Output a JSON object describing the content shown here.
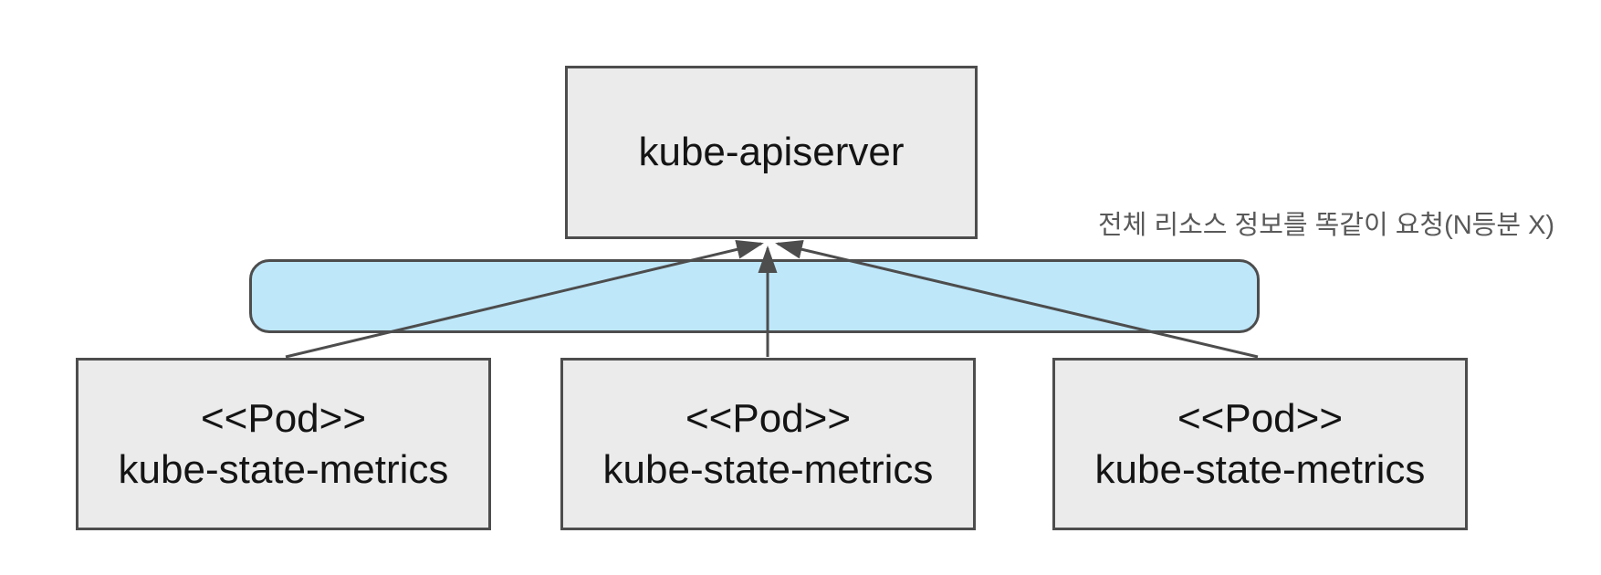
{
  "diagram": {
    "apiserver": {
      "label": "kube-apiserver"
    },
    "pods": [
      {
        "stereotype": "<<Pod>>",
        "label": "kube-state-metrics"
      },
      {
        "stereotype": "<<Pod>>",
        "label": "kube-state-metrics"
      },
      {
        "stereotype": "<<Pod>>",
        "label": "kube-state-metrics"
      }
    ],
    "annotation": "전체 리소스 정보를 똑같이 요청(N등분 X)",
    "arrows": [
      {
        "from": "pod-1",
        "to": "kube-apiserver"
      },
      {
        "from": "pod-2",
        "to": "kube-apiserver"
      },
      {
        "from": "pod-3",
        "to": "kube-apiserver"
      }
    ],
    "colors": {
      "canvas_bg": "#ffffff",
      "box_fill": "#ebebeb",
      "box_border": "#4d4d4d",
      "highlight_fill": "#bee7fa",
      "highlight_border": "#4d4d4d",
      "arrow": "#4d4d4d",
      "label_text": "#141414",
      "annotation_text": "#595959"
    }
  }
}
